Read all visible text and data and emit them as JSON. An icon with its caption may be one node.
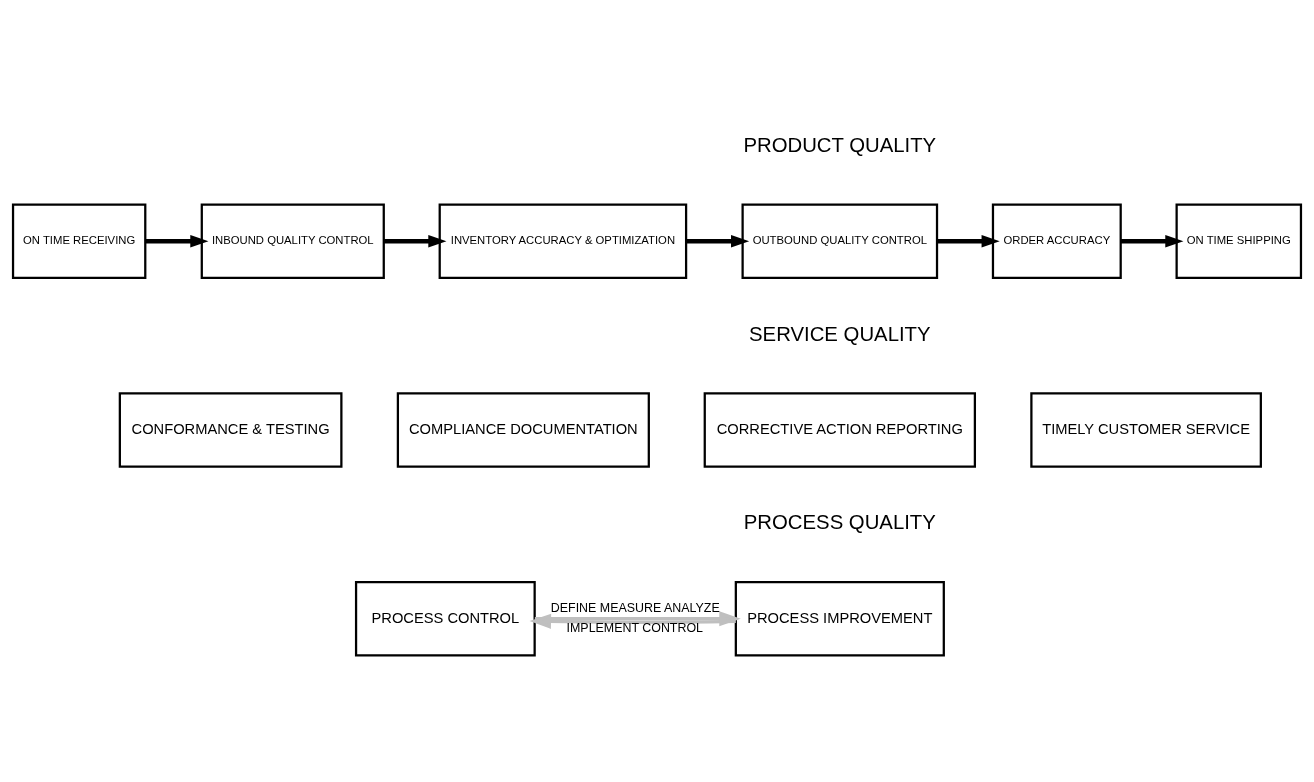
{
  "diagram": {
    "nodes": [
      {
        "text": [
          "ON TIME RECEIVING"
        ]
      },
      {
        "text": [
          "INBOUND QUALITY CONTROL"
        ]
      },
      {
        "text": [
          "INVENTORY ACCURACY & OPTIMIZATION"
        ]
      },
      {
        "text": [
          "OUTBOUND QUALITY CONTROL"
        ]
      },
      {
        "text": [
          "ORDER ACCURACY"
        ]
      },
      {
        "text": [
          "ON TIME SHIPPING"
        ]
      },
      {
        "text": [
          "CONFORMANCE & TESTING"
        ]
      },
      {
        "text": [
          "COMPLIANCE DOCUMENTATION"
        ]
      },
      {
        "text": [
          "CORRECTIVE ACTION REPORTING"
        ]
      },
      {
        "text": [
          "TIMELY CUSTOMER SERVICE"
        ]
      },
      {
        "text": [
          "PROCESS CONTROL"
        ]
      },
      {
        "text": [
          "PROCESS IMPROVEMENT"
        ]
      }
    ],
    "edges": [
      {
        "from": 0,
        "to": 1,
        "arrow": "to"
      },
      {
        "from": 1,
        "to": 2,
        "arrow": "to"
      },
      {
        "from": 2,
        "to": 3,
        "arrow": "to"
      },
      {
        "from": 3,
        "to": 4,
        "arrow": "to"
      },
      {
        "from": 4,
        "to": 5,
        "arrow": "to"
      },
      {
        "from": 10,
        "to": 11,
        "arrow": "to",
        "label": "DEFINE MEASURE ANALYZE",
        "color": "#bfbfbf"
      },
      {
        "from": 11,
        "to": 10,
        "arrow": "to",
        "label": "IMPLEMENT CONTROL",
        "color": "#bfbfbf"
      }
    ],
    "labels": [
      "PRODUCT QUALITY",
      "SERVICE QUALITY",
      "PROCESS QUALITY"
    ]
  }
}
